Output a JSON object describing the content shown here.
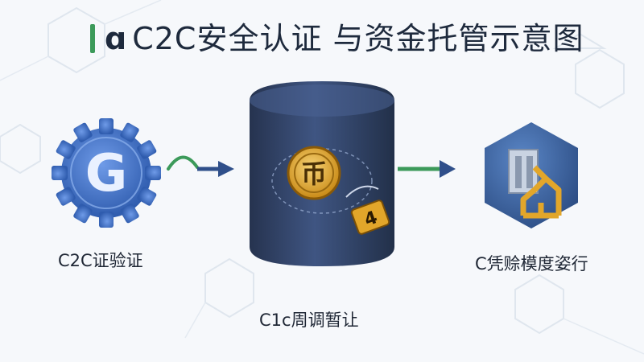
{
  "title": {
    "brand_mark": "ɑ",
    "text": "C2C安全认证 与资金托管示意图"
  },
  "nodes": {
    "auth": {
      "label": "C2C证验证",
      "badge_letter": "G",
      "icon": "gear-badge-icon"
    },
    "escrow": {
      "label": "C1c周调暂让",
      "coin_glyph": "币",
      "tag_text": "4",
      "icon": "vault-coin-icon"
    },
    "release": {
      "label": "C凭赊模度姿行",
      "icon": "building-key-icon"
    }
  },
  "connectors": [
    "wave-arrow-icon",
    "arrow-right-icon"
  ],
  "colors": {
    "title_text": "#1e2a3d",
    "accent_green": "#3c9a5a",
    "gear_blue": "#3f6fc8",
    "vault_navy": "#34466b",
    "coin_gold": "#e2a62a",
    "arrow_navy": "#2f4f8a"
  }
}
